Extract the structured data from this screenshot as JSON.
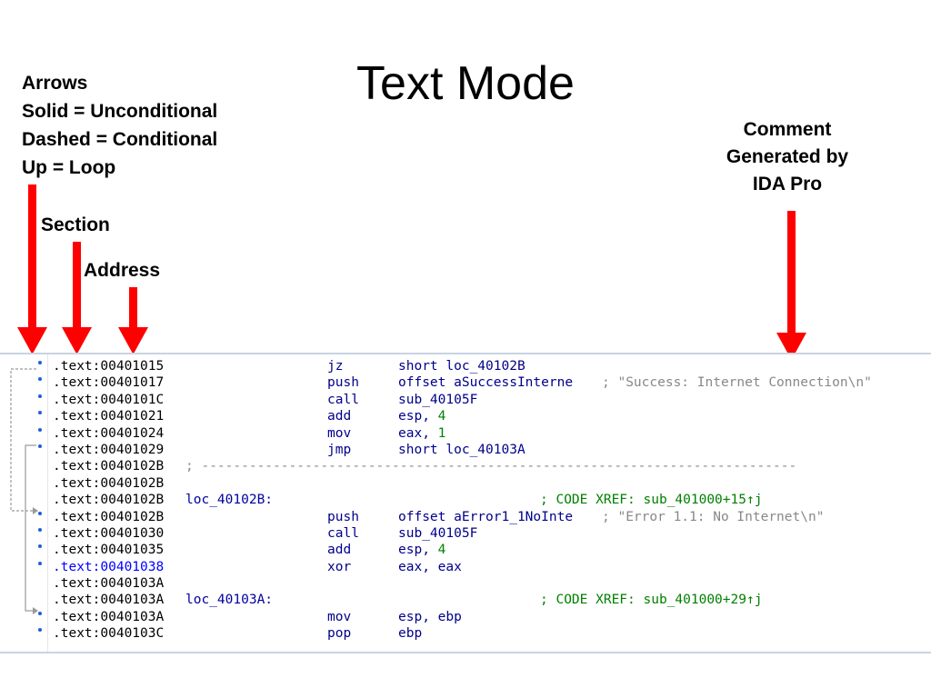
{
  "title": "Text Mode",
  "notes": {
    "arrows": [
      "Arrows",
      "Solid = Unconditional",
      "Dashed = Conditional",
      "Up = Loop"
    ],
    "section": "Section",
    "address": "Address",
    "comment": [
      "Comment",
      "Generated by",
      "IDA Pro"
    ]
  },
  "colors": {
    "arrow_red": "#ff0000",
    "address_blue": "#0000ff",
    "instruction_navy": "#00008b",
    "number_green": "#008000",
    "comment_gray": "#888888"
  },
  "code": [
    {
      "addr": ".text:00401015",
      "mnem": "jz",
      "ops": "short loc_40102B"
    },
    {
      "addr": ".text:00401017",
      "mnem": "push",
      "ops": "offset aSuccessInterne",
      "comment": "; \"Success: Internet Connection\\n\""
    },
    {
      "addr": ".text:0040101C",
      "mnem": "call",
      "ops": "sub_40105F"
    },
    {
      "addr": ".text:00401021",
      "mnem": "add",
      "ops": "esp,",
      "num": "4"
    },
    {
      "addr": ".text:00401024",
      "mnem": "mov",
      "ops": "eax,",
      "num": "1"
    },
    {
      "addr": ".text:00401029",
      "mnem": "jmp",
      "ops": "short loc_40103A"
    },
    {
      "addr": ".text:0040102B",
      "sep": "; ---------------------------------------------------------------------------"
    },
    {
      "addr": ".text:0040102B"
    },
    {
      "addr": ".text:0040102B",
      "label": "loc_40102B:",
      "xref": "; CODE XREF: sub_401000+15↑j"
    },
    {
      "addr": ".text:0040102B",
      "mnem": "push",
      "ops": "offset aError1_1NoInte",
      "comment": "; \"Error 1.1: No Internet\\n\""
    },
    {
      "addr": ".text:00401030",
      "mnem": "call",
      "ops": "sub_40105F"
    },
    {
      "addr": ".text:00401035",
      "mnem": "add",
      "ops": "esp,",
      "num": "4"
    },
    {
      "addr": ".text:00401038",
      "mnem": "xor",
      "ops": "eax, eax",
      "highlight": true
    },
    {
      "addr": ".text:0040103A"
    },
    {
      "addr": ".text:0040103A",
      "label": "loc_40103A:",
      "xref": "; CODE XREF: sub_401000+29↑j"
    },
    {
      "addr": ".text:0040103A",
      "mnem": "mov",
      "ops": "esp, ebp"
    },
    {
      "addr": ".text:0040103C",
      "mnem": "pop",
      "ops": "ebp"
    }
  ]
}
